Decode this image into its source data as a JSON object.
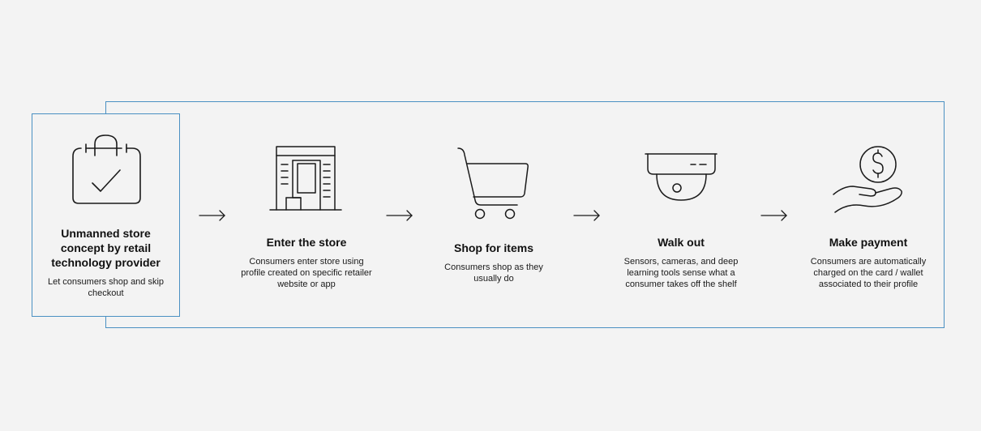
{
  "intro": {
    "title": "Unmanned store concept by retail technology provider",
    "description": "Let consumers shop and skip checkout",
    "icon": "shopping-bag-check-icon"
  },
  "steps": [
    {
      "title": "Enter the store",
      "description": "Consumers enter store using profile created on specific retailer website or app",
      "icon": "store-building-icon"
    },
    {
      "title": "Shop for items",
      "description": "Consumers shop as they usually do",
      "icon": "shopping-cart-icon"
    },
    {
      "title": "Walk out",
      "description": "Sensors, cameras, and deep learning tools sense what a consumer takes off the shelf",
      "icon": "ceiling-camera-icon"
    },
    {
      "title": "Make payment",
      "description": "Consumers are automatically charged on the card / wallet associated to their profile",
      "icon": "hand-dollar-icon"
    }
  ],
  "colors": {
    "frame": "#4a90c2",
    "background": "#f3f3f3",
    "ink": "#1a1a1a"
  }
}
